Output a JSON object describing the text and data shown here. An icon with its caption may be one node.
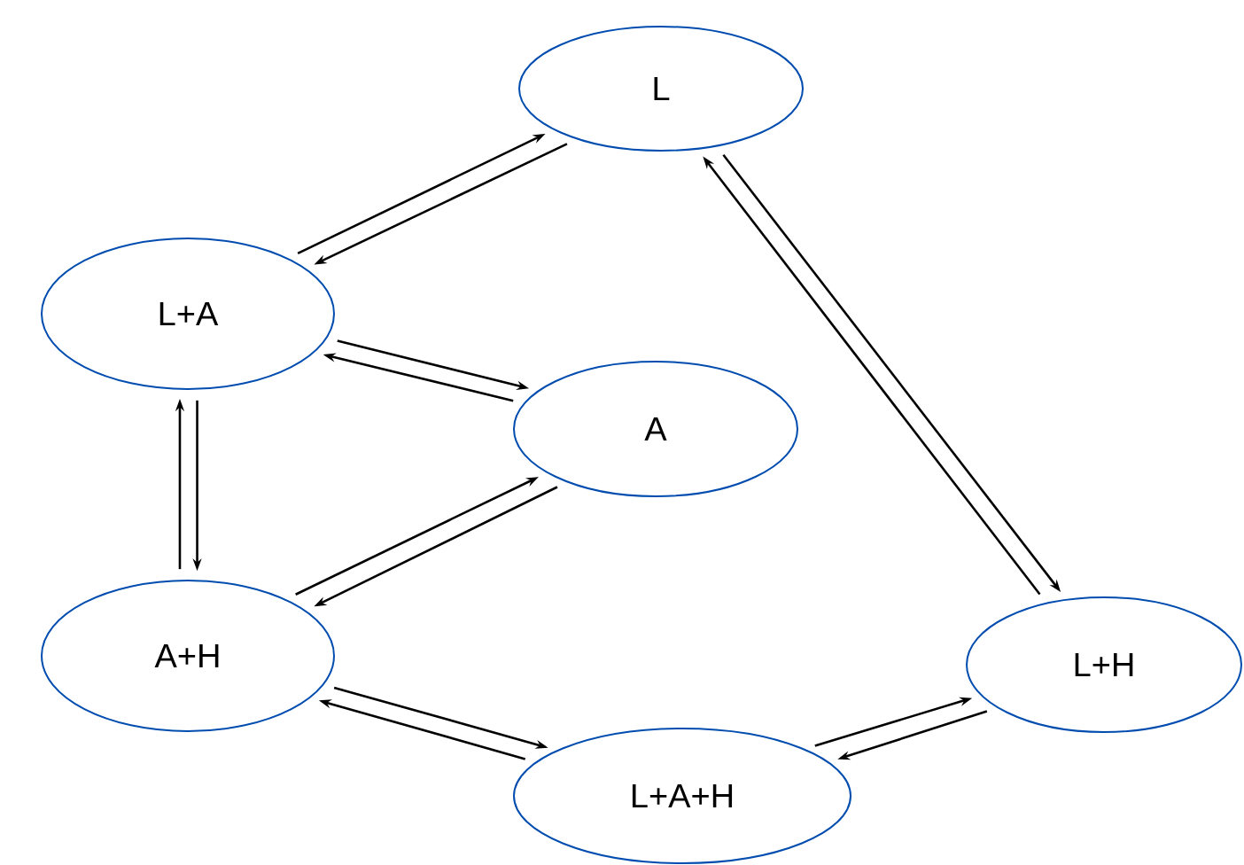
{
  "diagram": {
    "nodes": [
      {
        "text": [
          "L"
        ]
      },
      {
        "text": [
          "L+A"
        ]
      },
      {
        "text": [
          "A"
        ]
      },
      {
        "text": [
          "A+H"
        ]
      },
      {
        "text": [
          "L+H"
        ]
      },
      {
        "text": [
          "L+A+H"
        ]
      }
    ],
    "edges": [
      {
        "from": 1,
        "to": 0,
        "arrow": "to"
      },
      {
        "from": 0,
        "to": 1,
        "arrow": "to"
      },
      {
        "from": 0,
        "to": 4,
        "arrow": "to"
      },
      {
        "from": 4,
        "to": 0,
        "arrow": "to"
      },
      {
        "from": 1,
        "to": 2,
        "arrow": "to"
      },
      {
        "from": 2,
        "to": 1,
        "arrow": "to"
      },
      {
        "from": 1,
        "to": 3,
        "arrow": "to"
      },
      {
        "from": 3,
        "to": 1,
        "arrow": "to"
      },
      {
        "from": 2,
        "to": 3,
        "arrow": "to"
      },
      {
        "from": 3,
        "to": 2,
        "arrow": "to"
      },
      {
        "from": 3,
        "to": 5,
        "arrow": "to"
      },
      {
        "from": 5,
        "to": 3,
        "arrow": "to"
      },
      {
        "from": 5,
        "to": 4,
        "arrow": "to"
      },
      {
        "from": 4,
        "to": 5,
        "arrow": "to"
      }
    ]
  }
}
